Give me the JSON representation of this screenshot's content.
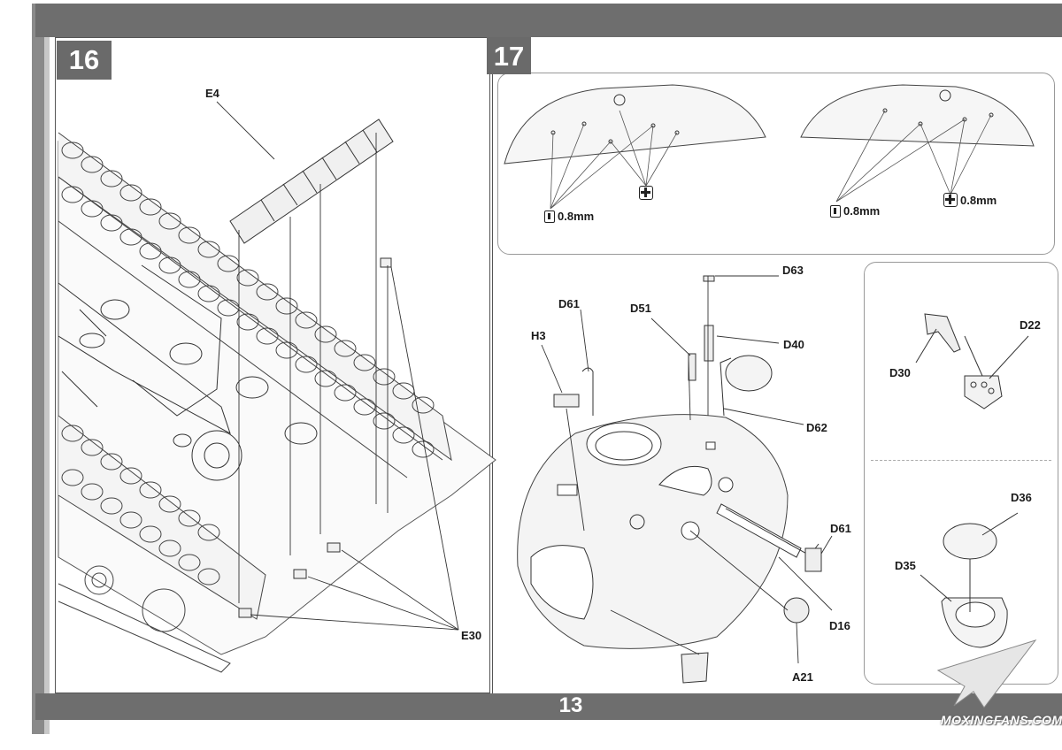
{
  "page": {
    "page_number": "13"
  },
  "steps": [
    {
      "number": "16",
      "labels": {
        "E4": "E4",
        "E30": "E30"
      }
    },
    {
      "number": "17",
      "drill_notes": {
        "left": "0.8mm",
        "right_a": "0.8mm",
        "right_b": "0.8mm"
      },
      "labels": {
        "H3": "H3",
        "D61_top": "D61",
        "D51": "D51",
        "D63": "D63",
        "D40": "D40",
        "D62": "D62",
        "D61_bottom": "D61",
        "D16": "D16",
        "A21": "A21"
      },
      "subassemblies": {
        "upper": {
          "D30": "D30",
          "D22": "D22"
        },
        "lower": {
          "D36": "D36",
          "D35": "D35"
        }
      }
    }
  ],
  "watermark": {
    "text": "MOXINGFANS.COM"
  },
  "colors": {
    "band": "#6e6e6e",
    "badge": "#6a6a6a",
    "line": "#333333"
  }
}
